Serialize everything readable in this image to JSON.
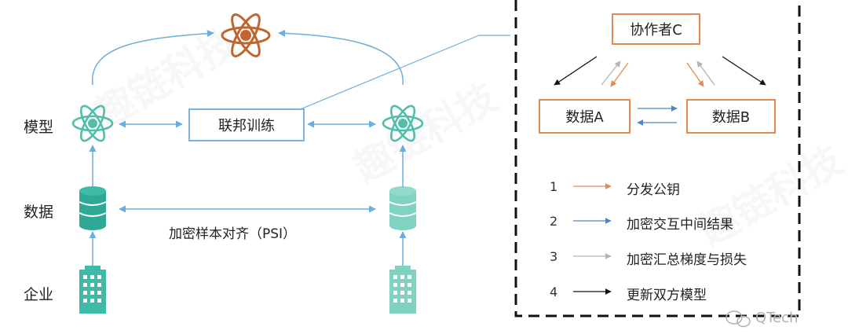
{
  "rows": {
    "model": "模型",
    "data": "数据",
    "company": "企业"
  },
  "federated_box": "联邦训练",
  "psi_label": "加密样本对齐（PSI）",
  "collaborator": "协作者C",
  "data_a": "数据A",
  "data_b": "数据B",
  "legend": [
    {
      "num": "1",
      "text": "分发公钥",
      "color": "#e08a55"
    },
    {
      "num": "2",
      "text": "加密交互中间结果",
      "color": "#4a86c8"
    },
    {
      "num": "3",
      "text": "加密汇总梯度与损失",
      "color": "#b3b3b3"
    },
    {
      "num": "4",
      "text": "更新双方模型",
      "color": "#111111"
    }
  ],
  "watermark_text": "趣链科技",
  "wechat_label": "QTech"
}
